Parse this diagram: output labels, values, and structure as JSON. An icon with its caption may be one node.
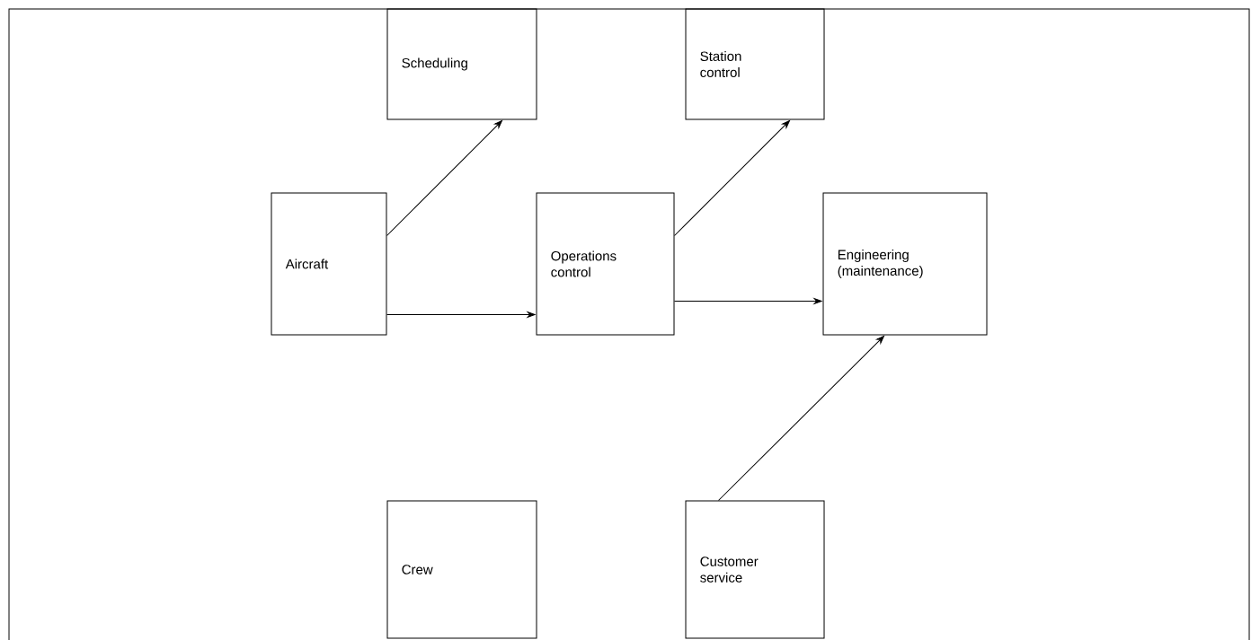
{
  "diagram": {
    "nodes": [
      {
        "text": [
          "Scheduling"
        ]
      },
      {
        "text": [
          "Station control"
        ]
      },
      {
        "text": [
          "Aircraft"
        ]
      },
      {
        "text": [
          "Operations control"
        ]
      },
      {
        "text": [
          "Engineering (maintenance)"
        ]
      },
      {
        "text": [
          "Crew"
        ]
      },
      {
        "text": [
          "Customer service"
        ]
      }
    ],
    "edges": [
      {
        "from": 2,
        "to": 0,
        "arrow": "to"
      },
      {
        "from": 2,
        "to": 3,
        "arrow": "to"
      },
      {
        "from": 3,
        "to": 1,
        "arrow": "to"
      },
      {
        "from": 3,
        "to": 4,
        "arrow": "to"
      },
      {
        "from": 6,
        "to": 4,
        "arrow": "to"
      }
    ]
  }
}
